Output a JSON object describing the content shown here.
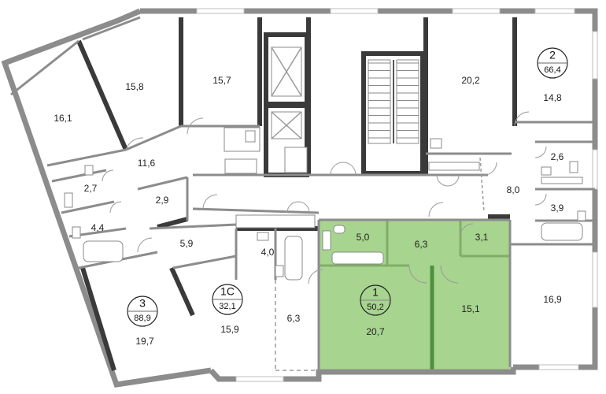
{
  "colors": {
    "highlight": "#a7d48f",
    "highlight_dark": "#4f8f3e",
    "wall": "#8c8c8c",
    "dark_wall": "#3a3a3a"
  },
  "apartments": [
    {
      "number": "1",
      "area": "50,2"
    },
    {
      "number": "2",
      "area": "66,4"
    },
    {
      "number": "3",
      "area": "88,9"
    },
    {
      "number": "1С",
      "area": "32,1"
    }
  ],
  "rooms": {
    "r_16_1": "16,1",
    "r_15_8": "15,8",
    "r_15_7": "15,7",
    "r_11_6": "11,6",
    "r_2_7": "2,7",
    "r_4_4": "4,4",
    "r_2_9": "2,9",
    "r_5_9": "5,9",
    "r_4_0": "4,0",
    "r_15_9": "15,9",
    "r_6_3_left": "6,3",
    "r_19_7": "19,7",
    "r_20_2": "20,2",
    "r_14_8": "14,8",
    "r_2_6": "2,6",
    "r_8_0": "8,0",
    "r_3_9": "3,9",
    "r_16_9": "16,9",
    "r_5_0": "5,0",
    "r_6_3": "6,3",
    "r_3_1": "3,1",
    "r_20_7": "20,7",
    "r_15_1": "15,1"
  }
}
